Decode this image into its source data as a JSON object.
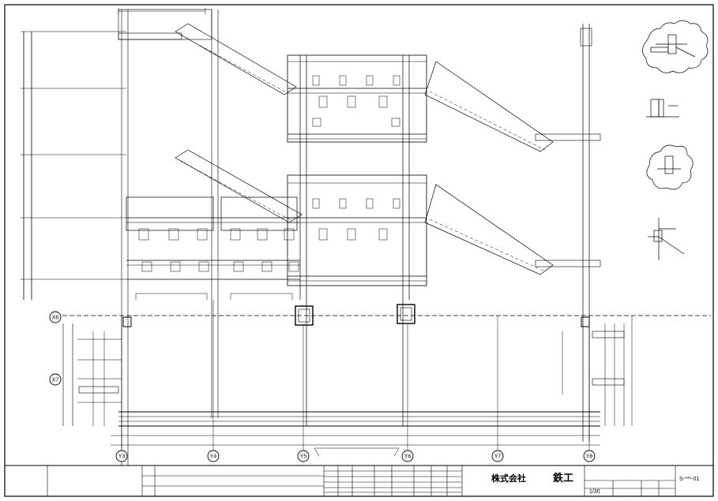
{
  "grid": {
    "x": [
      "Y3",
      "Y4",
      "Y5",
      "Y6",
      "Y7",
      "Y8"
    ],
    "y": [
      "X6",
      "X7"
    ]
  },
  "title_block": {
    "company": "株式会社",
    "kanji": "鉄工",
    "scale": "1/30",
    "sheet_no": "S-***-01"
  }
}
